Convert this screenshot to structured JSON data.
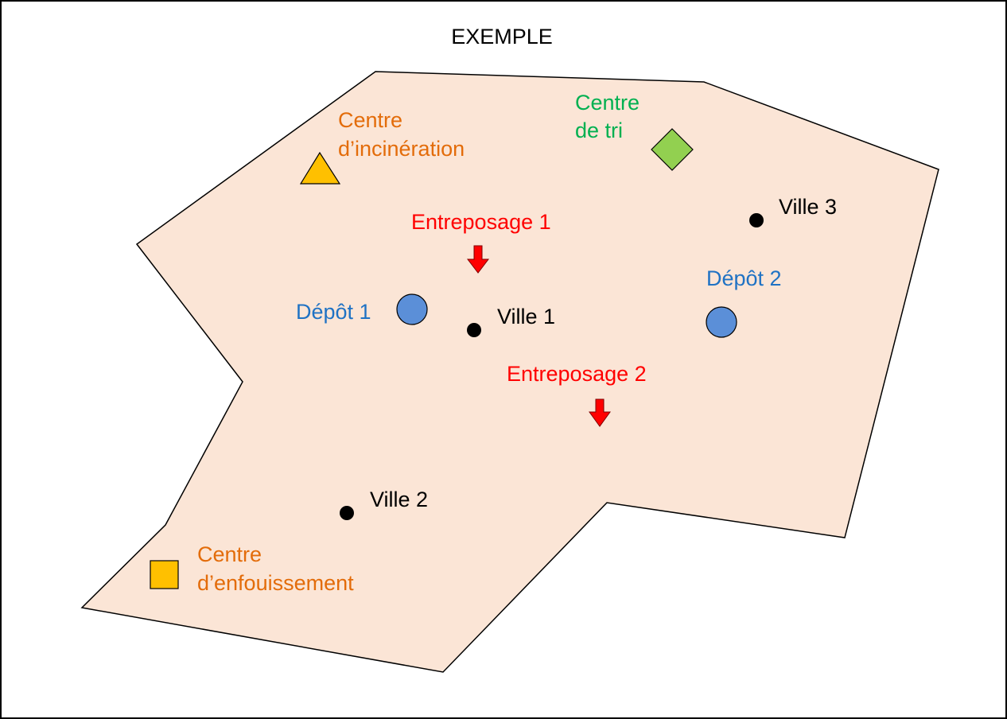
{
  "title": "EXEMPLE",
  "colors": {
    "region_fill": "#fbe5d6",
    "outline": "#000000",
    "incineration": "#ffc000",
    "landfill": "#ffc000",
    "sorting": "#92d050",
    "depot": "#5b8fd8",
    "storage_arrow": "#ff0000",
    "city_dot": "#000000",
    "label_orange": "#e36c0a",
    "label_green": "#00b050",
    "label_blue": "#1f72c4",
    "label_red": "#ff0000",
    "label_black": "#000000"
  },
  "features": {
    "incineration": {
      "line1": "Centre",
      "line2": "d’incinération",
      "icon": "triangle-icon"
    },
    "sorting": {
      "line1": "Centre",
      "line2": "de tri",
      "icon": "diamond-icon"
    },
    "landfill": {
      "line1": "Centre",
      "line2": "d’enfouissement",
      "icon": "square-icon"
    },
    "storage1": {
      "label": "Entreposage 1",
      "icon": "arrow-down-icon"
    },
    "storage2": {
      "label": "Entreposage 2",
      "icon": "arrow-down-icon"
    },
    "depot1": {
      "label": "Dépôt 1",
      "icon": "circle-icon"
    },
    "depot2": {
      "label": "Dépôt 2",
      "icon": "circle-icon"
    },
    "city1": {
      "label": "Ville 1",
      "icon": "dot-icon"
    },
    "city2": {
      "label": "Ville 2",
      "icon": "dot-icon"
    },
    "city3": {
      "label": "Ville 3",
      "icon": "dot-icon"
    }
  }
}
